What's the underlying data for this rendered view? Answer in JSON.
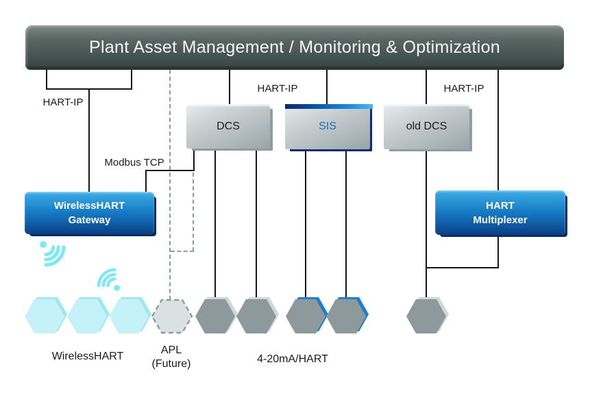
{
  "title_bar": {
    "label": "Plant Asset Management / Monitoring & Optimization"
  },
  "nodes": {
    "dcs": {
      "label": "DCS"
    },
    "sis": {
      "label": "SIS"
    },
    "old_dcs": {
      "label": "old DCS"
    },
    "gateway": {
      "line1": "WirelessHART",
      "line2": "Gateway"
    },
    "multiplexer": {
      "line1": "HART",
      "line2": "Multiplexer"
    }
  },
  "connection_labels": {
    "hart_ip_left": "HART-IP",
    "hart_ip_middle": "HART-IP",
    "hart_ip_right": "HART-IP",
    "modbus_tcp": "Modbus TCP"
  },
  "device_labels": {
    "wirelesshart": "WirelessHART",
    "apl_line1": "APL",
    "apl_line2": "(Future)",
    "current_hart": "4-20mA/HART"
  },
  "icons": {
    "gateway_signal": "wifi-signal-icon",
    "device_signal": "wifi-signal-icon"
  },
  "colors": {
    "title_bar": "#44524f",
    "title_text": "#f4f6f5",
    "box_gray": "#b6bec0",
    "blue_box_top": "#3dade6",
    "blue_box_bottom": "#0a3f85",
    "sis_text_blue": "#1e6db6",
    "sis_edge_blue": "#1e8fe0",
    "line_black": "#141414",
    "dashed_gray": "#8c9d9d",
    "hex_cyan": "#c5f2f8",
    "hex_gray": "#8e999c",
    "hex_blue_edge": "#1b7fd4",
    "hex_apl_fill": "#dbe1e1",
    "wifi_cyan": "#7ceaf5"
  }
}
